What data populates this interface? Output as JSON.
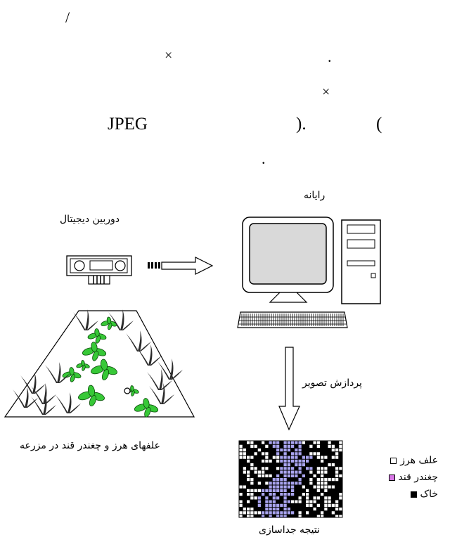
{
  "text_fragments": {
    "slash": "/",
    "times_1": "×",
    "dot_1": ".",
    "times_2": "×",
    "jpeg": "JPEG",
    "paren_close": ").",
    "paren_open": "(",
    "dot_2": "."
  },
  "diagram": {
    "camera_label": "دوربین دیجیتال",
    "computer_label": "رایانه",
    "field_label": "علفهای هرز و چغندر قند در مزرعه",
    "process_label": "پردازش تصویر",
    "result_label": "نتیجه جداسازی",
    "legend": [
      {
        "label": "علف هرز",
        "color": "#ffffff"
      },
      {
        "label": "چغندر قند",
        "color": "#d877e6"
      },
      {
        "label": "خاک",
        "color": "#000000"
      }
    ],
    "colors": {
      "plant_green": "#37c837",
      "crop_cells": "#a9a4ef",
      "soil": "#000000",
      "monitor_screen": "#d9d9d9"
    }
  }
}
